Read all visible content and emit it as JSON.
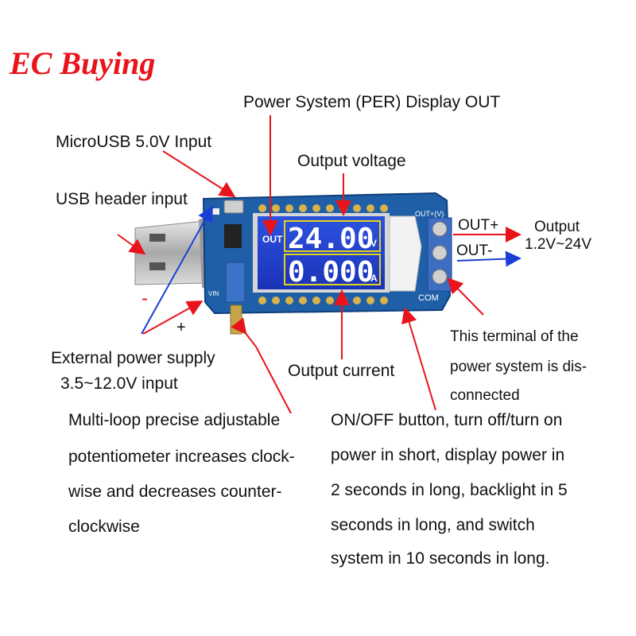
{
  "brand": "EC Buying",
  "labels": {
    "power_system": "Power System (PER) Display OUT",
    "microusb": "MicroUSB 5.0V Input",
    "output_voltage": "Output voltage",
    "usb_header": "USB header input",
    "out_plus": "OUT+",
    "out_minus": "OUT-",
    "output": "Output",
    "output_range": "1.2V~24V",
    "minus_sign": "-",
    "plus_sign": "+",
    "ext_power_1": "External power supply",
    "ext_power_2": "3.5~12.0V input",
    "output_current": "Output current",
    "terminal_1": "This terminal of the",
    "terminal_2": "power system is dis-",
    "terminal_3": "connected",
    "pot_1": "Multi-loop precise adjustable",
    "pot_2": "potentiometer increases clock-",
    "pot_3": "wise and decreases counter-",
    "pot_4": "clockwise",
    "btn_1": "ON/OFF button, turn off/turn on",
    "btn_2": "power in short, display power in",
    "btn_3": "2 seconds in long, backlight in 5",
    "btn_4": "seconds in long, and switch",
    "btn_5": "system in 10 seconds in long."
  },
  "board": {
    "lcd_out": "OUT",
    "voltage": "24.00",
    "voltage_unit": "V",
    "current": "0.000",
    "current_unit": "A",
    "silk_out": "OUT+(V)",
    "silk_com": "COM",
    "silk_vin": "VIN"
  },
  "colors": {
    "brand": "#e8141c",
    "arrow_red": "#e8141c",
    "arrow_blue": "#1a3fd6",
    "pcb": "#1f5fa8",
    "lcd": "#1f3ec9"
  }
}
